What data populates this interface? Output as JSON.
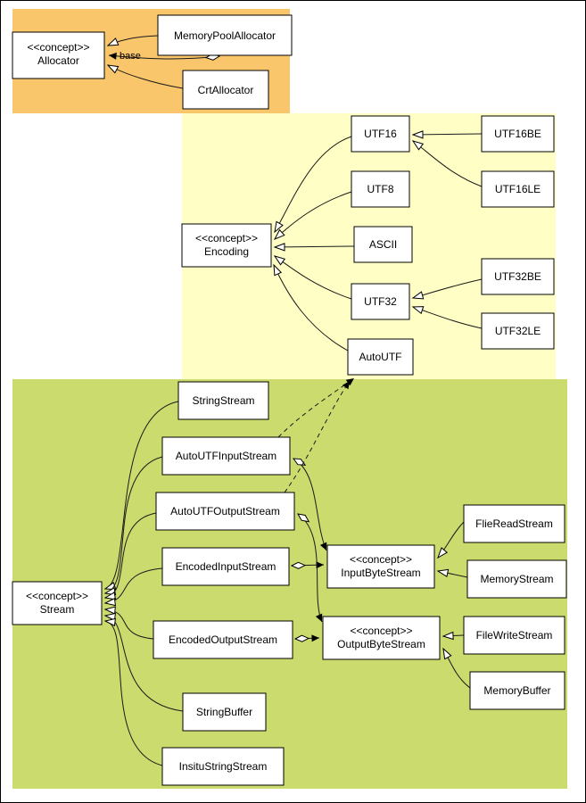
{
  "diagram": {
    "regions": {
      "allocator_group": {
        "color": "#fac66b"
      },
      "encoding_group": {
        "color": "#ffffc5"
      },
      "stream_group": {
        "color": "#ccdb6d"
      }
    },
    "nodes": {
      "memory_pool_allocator": {
        "label": "MemoryPoolAllocator"
      },
      "allocator": {
        "stereotype": "<<concept>>",
        "label": "Allocator"
      },
      "crt_allocator": {
        "label": "CrtAllocator"
      },
      "utf16": {
        "label": "UTF16"
      },
      "utf16be": {
        "label": "UTF16BE"
      },
      "utf16le": {
        "label": "UTF16LE"
      },
      "utf8": {
        "label": "UTF8"
      },
      "encoding": {
        "stereotype": "<<concept>>",
        "label": "Encoding"
      },
      "ascii": {
        "label": "ASCII"
      },
      "utf32": {
        "label": "UTF32"
      },
      "utf32be": {
        "label": "UTF32BE"
      },
      "utf32le": {
        "label": "UTF32LE"
      },
      "autoutf": {
        "label": "AutoUTF"
      },
      "stream": {
        "stereotype": "<<concept>>",
        "label": "Stream"
      },
      "string_stream": {
        "label": "StringStream"
      },
      "autoutf_input_stream": {
        "label": "AutoUTFInputStream"
      },
      "autoutf_output_stream": {
        "label": "AutoUTFOutputStream"
      },
      "encoded_input_stream": {
        "label": "EncodedInputStream"
      },
      "encoded_output_stream": {
        "label": "EncodedOutputStream"
      },
      "input_byte_stream": {
        "stereotype": "<<concept>>",
        "label": "InputByteStream"
      },
      "output_byte_stream": {
        "stereotype": "<<concept>>",
        "label": "OutputByteStream"
      },
      "flie_read_stream": {
        "label": "FlieReadStream"
      },
      "memory_stream": {
        "label": "MemoryStream"
      },
      "file_write_stream": {
        "label": "FileWriteStream"
      },
      "memory_buffer": {
        "label": "MemoryBuffer"
      },
      "string_buffer": {
        "label": "StringBuffer"
      },
      "insitu_string_stream": {
        "label": "InsituStringStream"
      }
    },
    "edge_labels": {
      "base": "base"
    }
  }
}
